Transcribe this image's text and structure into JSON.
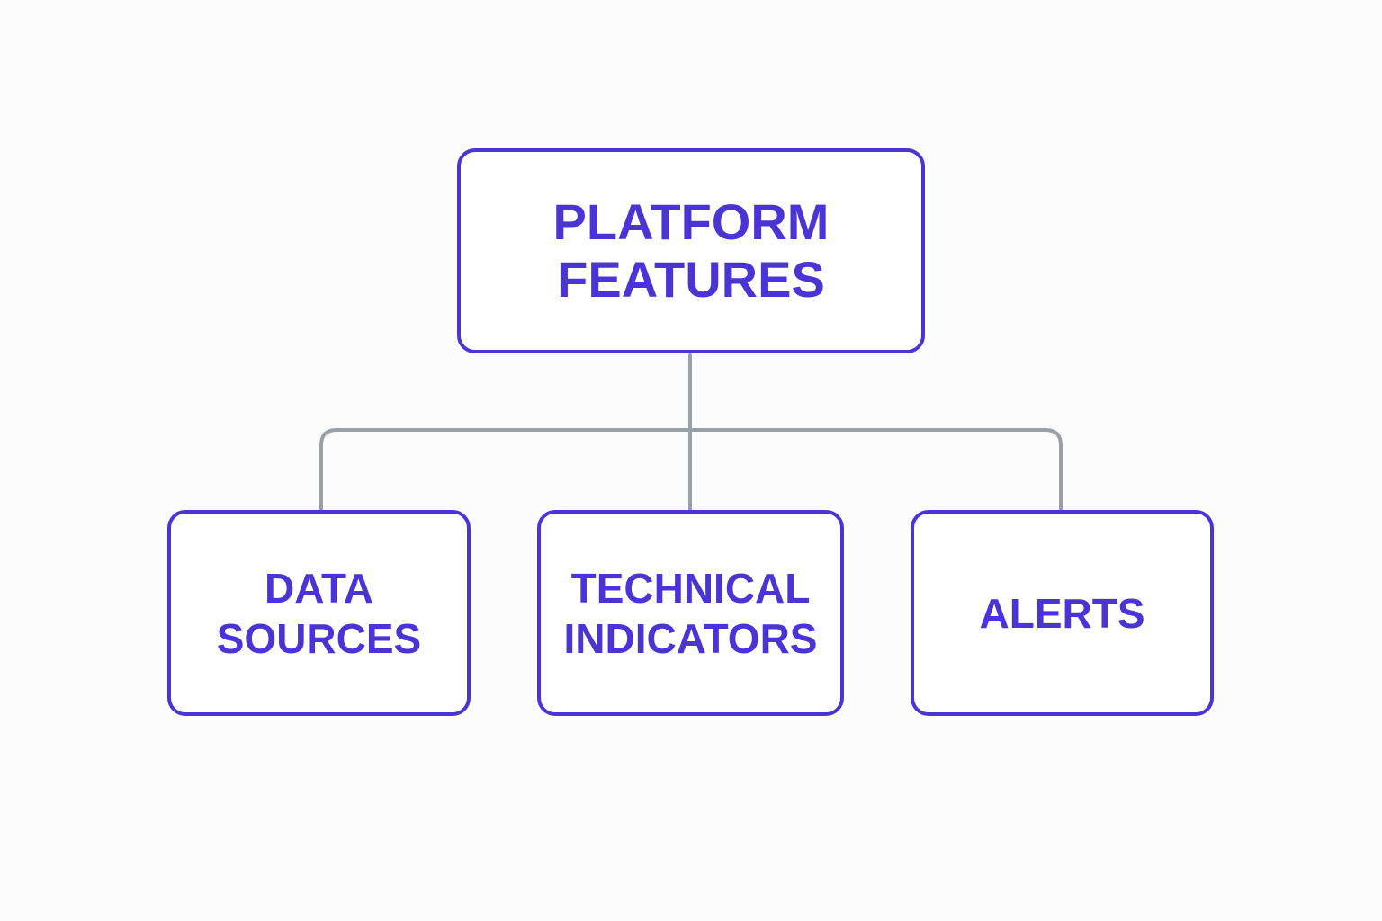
{
  "diagram": {
    "root": {
      "lines": [
        "PLATFORM",
        "FEATURES"
      ]
    },
    "children": [
      {
        "lines": [
          "DATA",
          "SOURCES"
        ]
      },
      {
        "lines": [
          "TECHNICAL",
          "INDICATORS"
        ]
      },
      {
        "lines": [
          "ALERTS"
        ]
      }
    ]
  },
  "colors": {
    "node_border": "#4a34d6",
    "node_text": "#4a34d6",
    "connector": "#9aa0a8",
    "background": "#fcfcfd"
  }
}
